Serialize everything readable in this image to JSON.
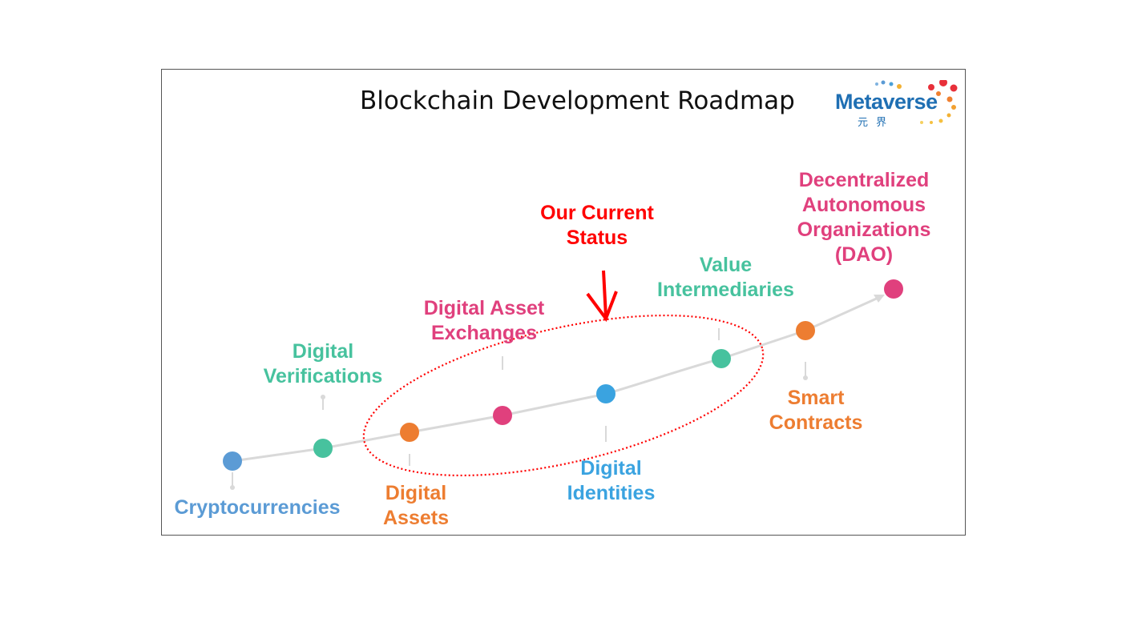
{
  "title": "Blockchain Development Roadmap",
  "logo": {
    "text": "Metaverse",
    "subtext": "元 界"
  },
  "status_label": {
    "line1": "Our Current",
    "line2": "Status"
  },
  "colors": {
    "blue": "#5b9bd5",
    "teal": "#47c29e",
    "orange": "#ed7d31",
    "pink": "#e0407d",
    "sky": "#3aa3e0",
    "red": "#ff0000",
    "line": "#d9d9d9"
  },
  "milestones": [
    {
      "label_line1": "Cryptocurrencies",
      "label_line2": "",
      "color": "blue"
    },
    {
      "label_line1": "Digital",
      "label_line2": "Verifications",
      "color": "teal"
    },
    {
      "label_line1": "Digital",
      "label_line2": "Assets",
      "color": "orange"
    },
    {
      "label_line1": "Digital Asset",
      "label_line2": "Exchanges",
      "color": "pink"
    },
    {
      "label_line1": "Digital",
      "label_line2": "Identities",
      "color": "sky"
    },
    {
      "label_line1": "Value",
      "label_line2": "Intermediaries",
      "color": "teal"
    },
    {
      "label_line1": "Smart",
      "label_line2": "Contracts",
      "color": "orange"
    },
    {
      "label_line1": "Decentralized",
      "label_line2": "Autonomous",
      "label_line3": "Organizations",
      "label_line4": "(DAO)",
      "color": "pink"
    }
  ]
}
